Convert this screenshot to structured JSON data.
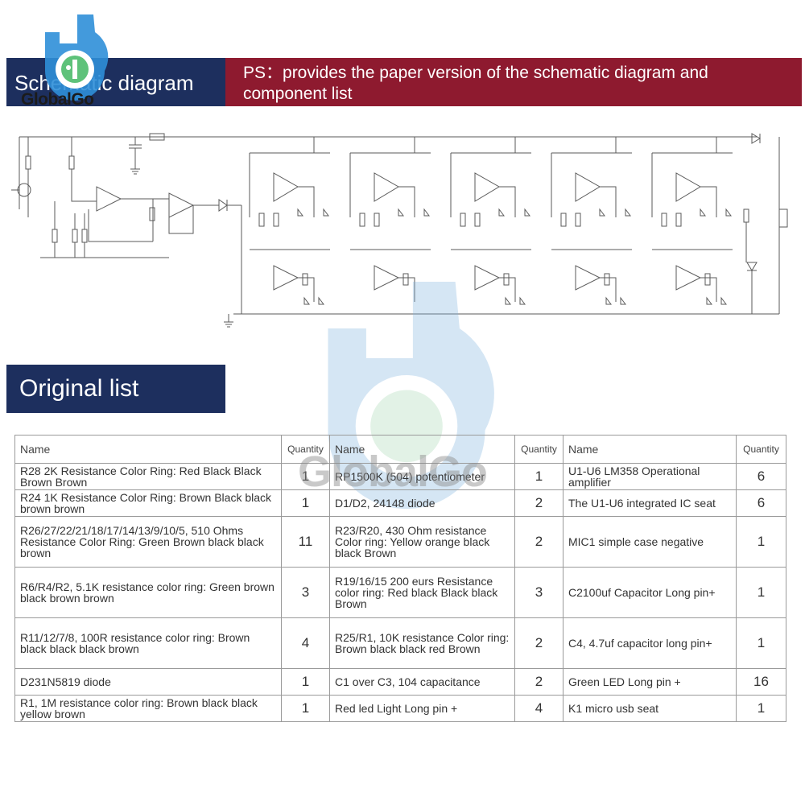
{
  "header": {
    "schematic_title": "Schematic diagram",
    "ps_text": "PS：provides the paper version of the schematic diagram and component list"
  },
  "brand": {
    "logo_text": "GlobalGo",
    "watermark_text": "GlobalGo"
  },
  "section": {
    "original_list_title": "Original list"
  },
  "table": {
    "headers": {
      "name_1": "Name",
      "quantity_1": "Quantity",
      "name_2": "Name",
      "quantity_2": "Quantity",
      "name_3": "Name",
      "quantity_3": "Quantity"
    },
    "rows": [
      {
        "n1": "R28 2K Resistance Color Ring: Red Black Black Brown Brown",
        "q1": "1",
        "n2": "RP1500K (504) potentiometer",
        "q2": "1",
        "n3": "U1-U6 LM358 Operational amplifier",
        "q3": "6"
      },
      {
        "n1": "R24 1K Resistance Color Ring: Brown Black black brown brown",
        "q1": "1",
        "n2": "D1/D2, 24148 diode",
        "q2": "2",
        "n3": "The U1-U6 integrated IC seat",
        "q3": "6"
      },
      {
        "n1": "R26/27/22/21/18/17/14/13/9/10/5, 510 Ohms Resistance Color Ring: Green Brown black black brown",
        "q1": "11",
        "n2": "R23/R20, 430 Ohm resistance Color ring: Yellow orange black black Brown",
        "q2": "2",
        "n3": "MIC1 simple case negative",
        "q3": "1"
      },
      {
        "n1": "R6/R4/R2, 5.1K resistance color ring: Green brown black brown brown",
        "q1": "3",
        "n2": "R19/16/15 200 eurs Resistance color ring: Red black Black black Brown",
        "q2": "3",
        "n3": "C2100uf Capacitor Long pin+",
        "q3": "1"
      },
      {
        "n1": "R11/12/7/8, 100R resistance color ring: Brown black black black brown",
        "q1": "4",
        "n2": "R25/R1, 10K resistance Color ring: Brown black black red Brown",
        "q2": "2",
        "n3": "C4, 4.7uf capacitor long pin+",
        "q3": "1"
      },
      {
        "n1": "D231N5819 diode",
        "q1": "1",
        "n2": "C1 over C3, 104 capacitance",
        "q2": "2",
        "n3": "Green LED Long pin +",
        "q3": "16"
      },
      {
        "n1": "R1, 1M resistance color ring: Brown black black yellow brown",
        "q1": "1",
        "n2": "Red led Light Long pin +",
        "q2": "4",
        "n3": "K1 micro usb seat",
        "q3": "1"
      }
    ]
  }
}
